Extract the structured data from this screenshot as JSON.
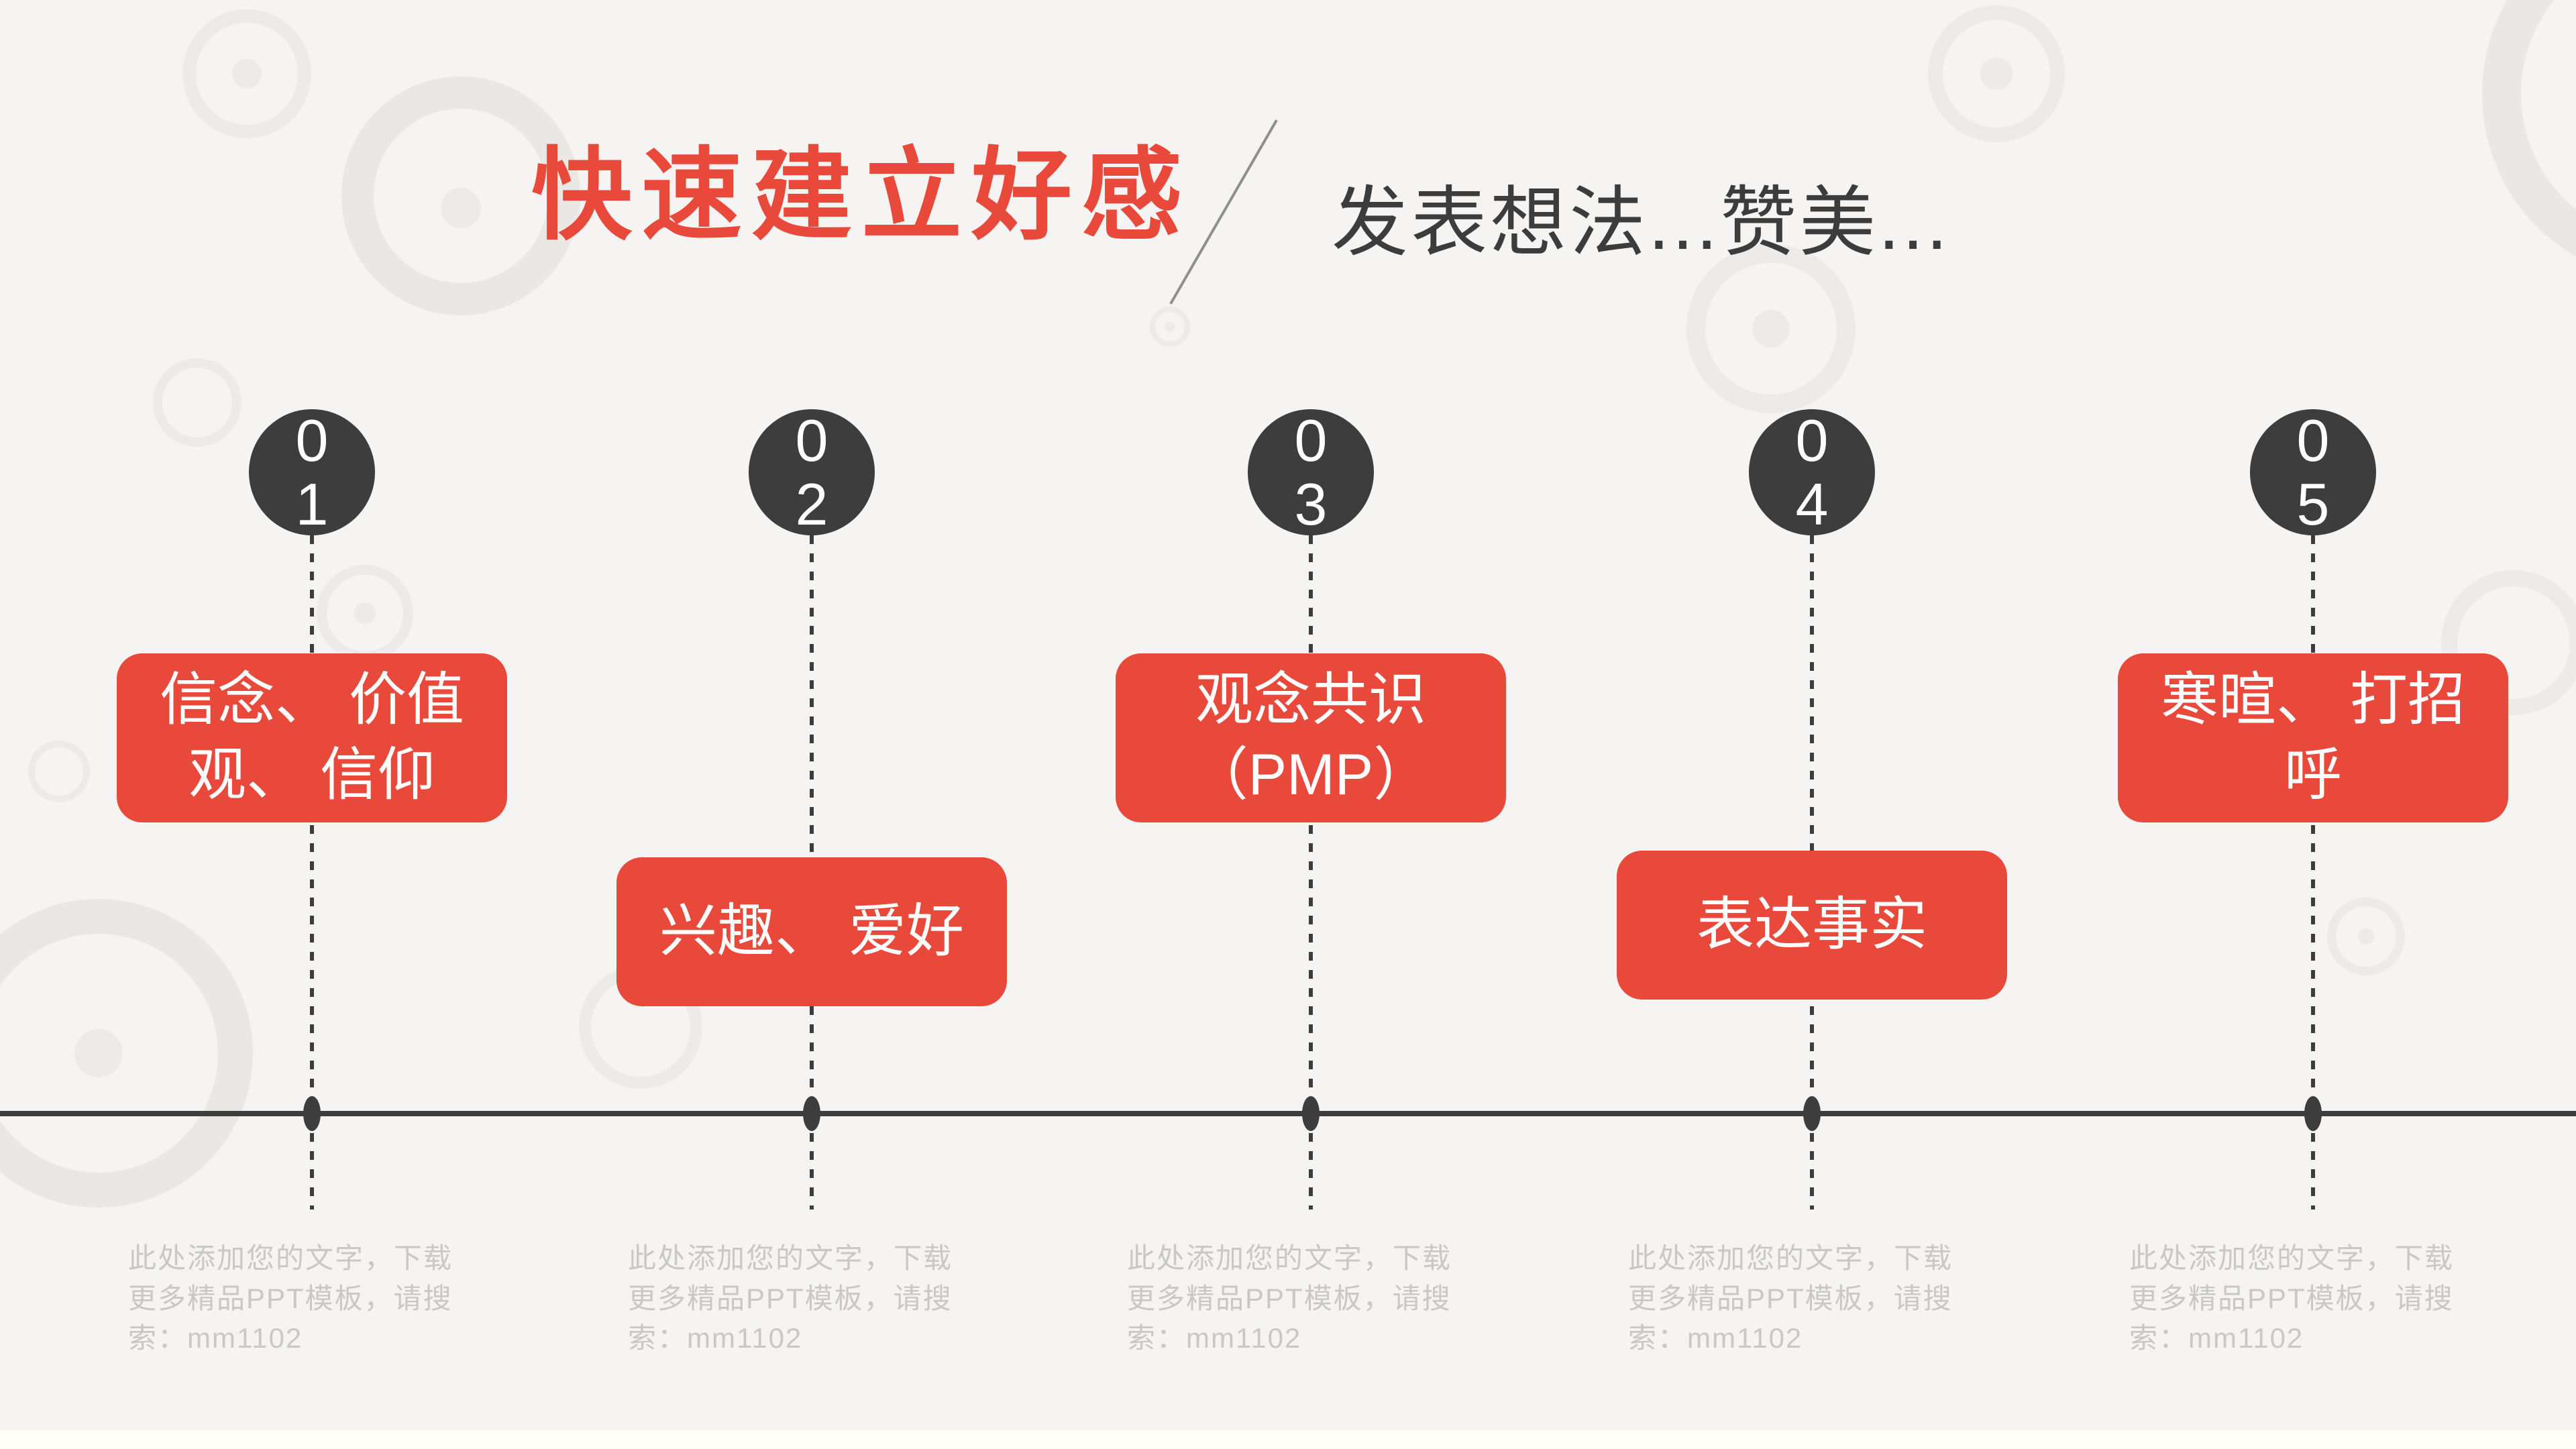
{
  "slide": {
    "title": "快速建立好感",
    "subtitle": "发表想法...赞美...",
    "colors": {
      "accent_red": "#E8493B",
      "dark": "#3D3D3D",
      "background": "#F5F4F2",
      "caption_gray": "#C9C8C6",
      "divider_gray": "#8F8F8F"
    },
    "items": [
      {
        "number": "0\n1",
        "label": "信念、 价值\n观、 信仰",
        "caption": "此处添加您的文字，下载\n更多精品PPT模板，请搜\n索：mm1102"
      },
      {
        "number": "0\n2",
        "label": "兴趣、 爱好",
        "caption": "此处添加您的文字，下载\n更多精品PPT模板，请搜\n索：mm1102"
      },
      {
        "number": "0\n3",
        "label": "观念共识\n（PMP）",
        "caption": "此处添加您的文字，下载\n更多精品PPT模板，请搜\n索：mm1102"
      },
      {
        "number": "0\n4",
        "label": "表达事实",
        "caption": "此处添加您的文字，下载\n更多精品PPT模板，请搜\n索：mm1102"
      },
      {
        "number": "0\n5",
        "label": "寒暄、 打招呼",
        "caption": "此处添加您的文字，下载\n更多精品PPT模板，请搜\n索：mm1102"
      }
    ]
  }
}
